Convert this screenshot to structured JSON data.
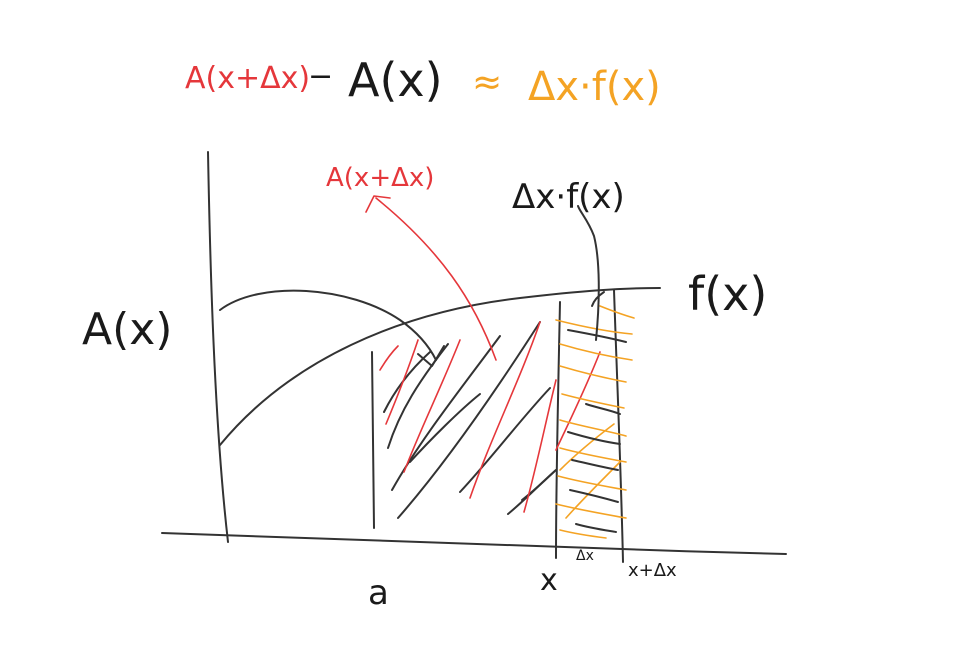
{
  "equation": {
    "lhs": "A(x+Δx)",
    "minus": "−",
    "term": "A(x)",
    "approx": "≈",
    "rhs": "Δx·f(x)"
  },
  "labels": {
    "area_left": "A(x)",
    "area_shaded": "A(x+Δx)",
    "strip": "Δx·f(x)",
    "curve": "f(x)",
    "a": "a",
    "x": "x",
    "dx": "Δx",
    "x_plus_dx": "x+Δx"
  },
  "colors": {
    "red": "#e5373b",
    "orange": "#f4a324",
    "black": "#333333",
    "background": "#ffffff"
  }
}
